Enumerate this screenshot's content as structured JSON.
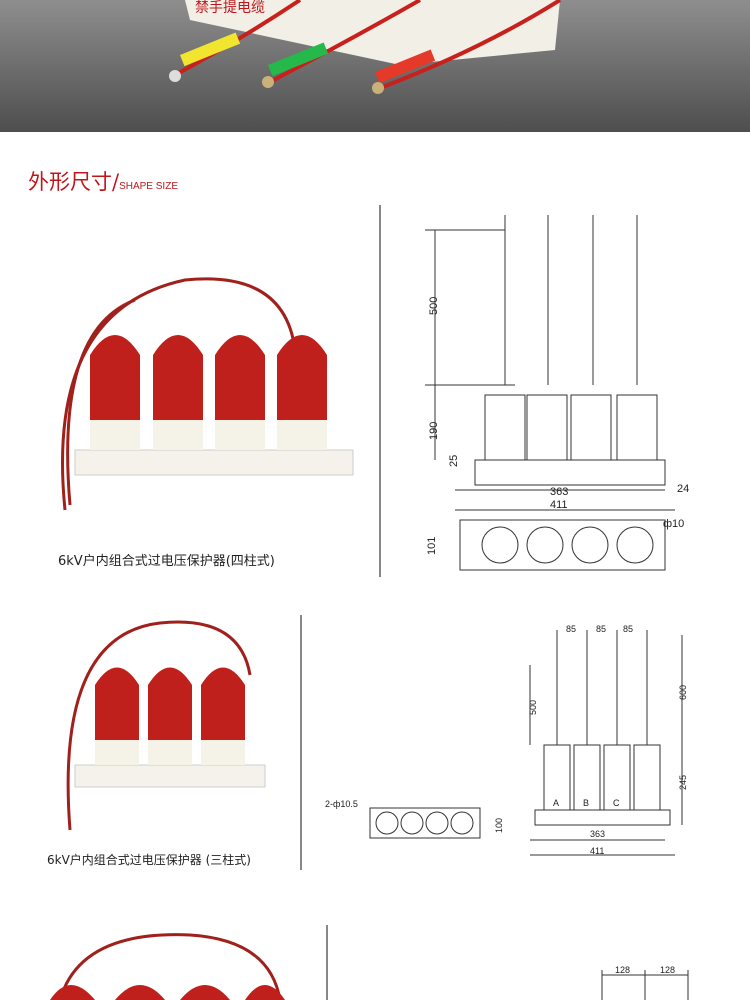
{
  "banner": {
    "label_text": "禁手提电缆"
  },
  "section_title": {
    "cn": "外形尺寸/",
    "en": "SHAPE SIZE"
  },
  "products": [
    {
      "caption": "6kV户内组合式过电压保护器(四柱式)",
      "dims": {
        "d500": "500",
        "d190": "190",
        "d25": "25",
        "d363": "363",
        "d411": "411",
        "d24": "24",
        "d101": "101",
        "hole": "ф10"
      }
    },
    {
      "caption": "6kV户内组合式过电压保护器 (三柱式)",
      "dims": {
        "p1": "85",
        "p2": "85",
        "p3": "85",
        "d500": "500",
        "d600": "600",
        "d245": "245",
        "hole": "2-ф10.5",
        "d100": "100",
        "d363": "363",
        "d411": "411",
        "phaseA": "A",
        "phaseB": "B",
        "phaseC": "C"
      }
    },
    {
      "dims": {
        "p1": "128",
        "p2": "128"
      }
    }
  ]
}
